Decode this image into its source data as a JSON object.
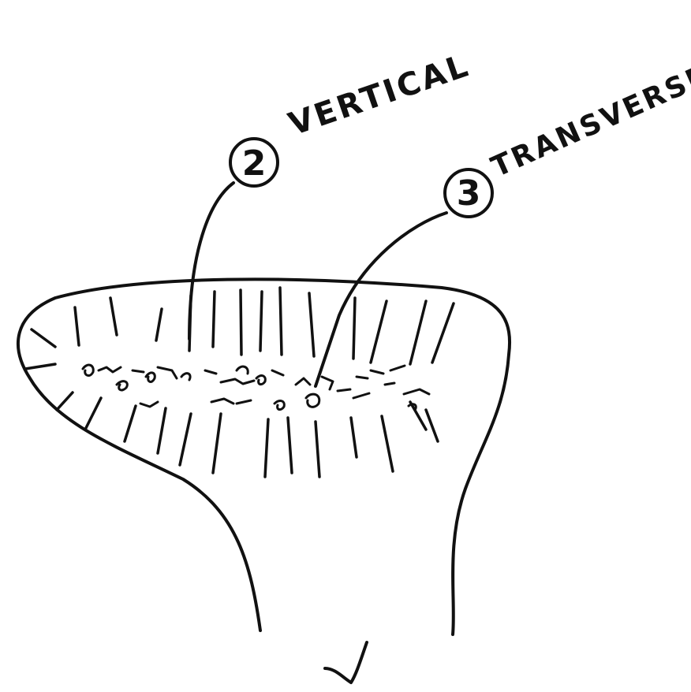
{
  "labels": [
    {
      "number": "2",
      "text": "VERTICAL"
    },
    {
      "number": "3",
      "text": "TRANSVERSE"
    }
  ],
  "ink_color": "#111111"
}
